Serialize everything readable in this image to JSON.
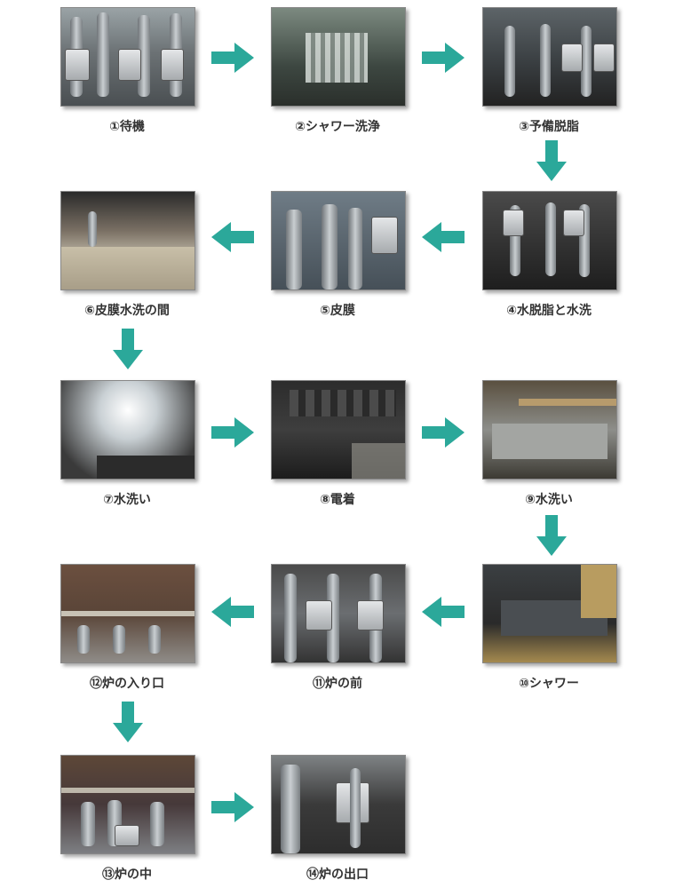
{
  "steps": [
    {
      "label": "①待機"
    },
    {
      "label": "②シャワー洗浄"
    },
    {
      "label": "③予備脱脂"
    },
    {
      "label": "④水脱脂と水洗"
    },
    {
      "label": "⑤皮膜"
    },
    {
      "label": "⑥皮膜水洗の間"
    },
    {
      "label": "⑦水洗い"
    },
    {
      "label": "⑧電着"
    },
    {
      "label": "⑨水洗い"
    },
    {
      "label": "⑩シャワー"
    },
    {
      "label": "⑪炉の前"
    },
    {
      "label": "⑫炉の入り口"
    },
    {
      "label": "⑬炉の中"
    },
    {
      "label": "⑭炉の出口"
    }
  ],
  "colors": {
    "arrow": "#2ba89a"
  },
  "icons": {
    "arrow": "arrow-icon"
  }
}
